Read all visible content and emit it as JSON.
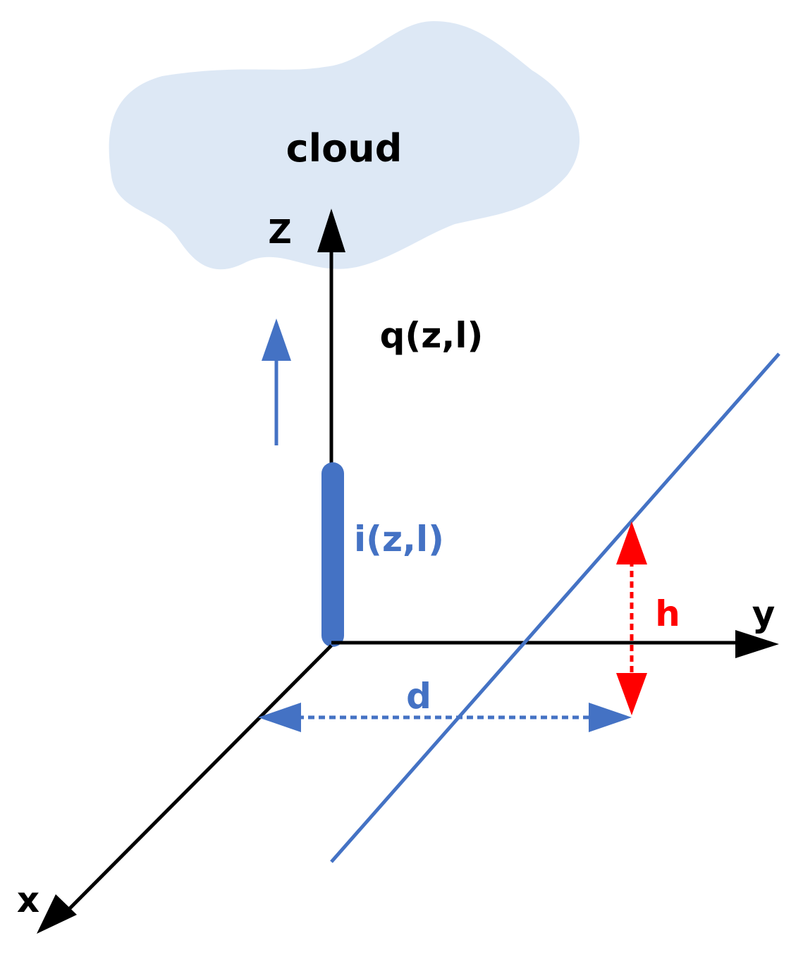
{
  "labels": {
    "cloud": "cloud",
    "z_axis": "Z",
    "charge": "q(z,l)",
    "current": "i(z,l)",
    "height": "h",
    "y_axis": "y",
    "distance": "d",
    "x_axis": "x"
  },
  "colors": {
    "cloud_fill": "#dde8f5",
    "axis": "#000000",
    "channel_blue": "#4472c4",
    "height_red": "#ff0000",
    "text_black": "#000000"
  }
}
